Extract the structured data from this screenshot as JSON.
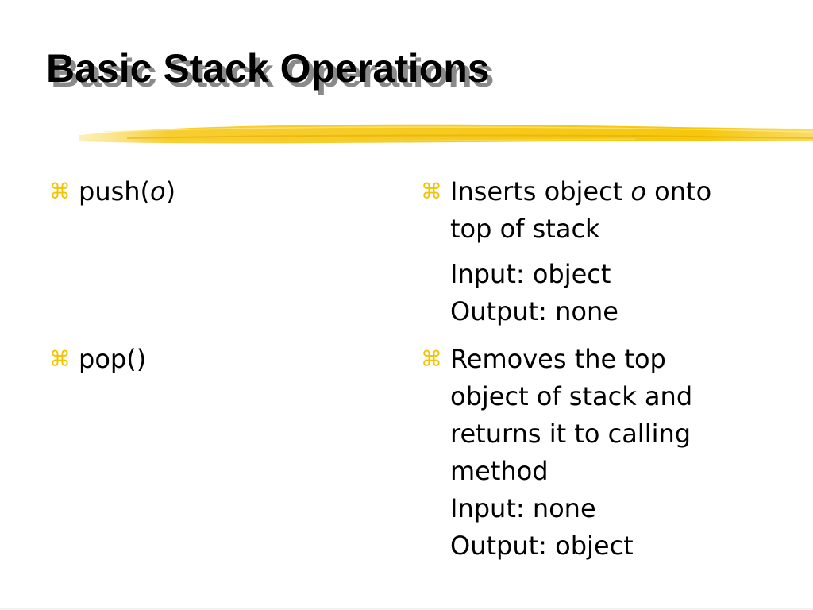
{
  "slide": {
    "title": "Basic Stack Operations",
    "bullet_glyph": "⌘",
    "accent_color": "#f5c400",
    "left": {
      "push": {
        "prefix": "push(",
        "arg": "o",
        "suffix": ")"
      },
      "pop": {
        "label": "pop()"
      }
    },
    "right": {
      "push_desc": {
        "line1_prefix": "Inserts object ",
        "line1_arg": "o",
        "line1_suffix": " onto",
        "line2": "top of stack",
        "input": "Input: object",
        "output": "Output: none"
      },
      "pop_desc": {
        "line1": "Removes the top",
        "line2": "object of stack and",
        "line3": "returns it to calling",
        "line4": "method",
        "input": "Input: none",
        "output": "Output: object"
      }
    }
  }
}
